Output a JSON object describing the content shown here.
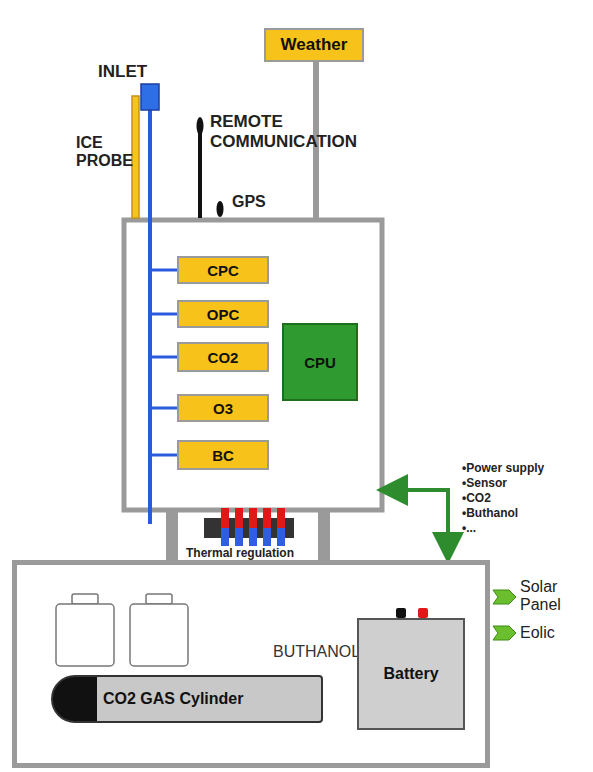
{
  "diagram": {
    "nodes": [
      {
        "text": [
          "Weather"
        ]
      },
      {
        "text": [
          "CPC"
        ]
      },
      {
        "text": [
          "OPC"
        ]
      },
      {
        "text": [
          "CO2"
        ]
      },
      {
        "text": [
          "O3"
        ]
      },
      {
        "text": [
          "BC"
        ]
      },
      {
        "text": [
          "CPU"
        ]
      },
      {
        "text": [
          "BUTHANOL"
        ]
      },
      {
        "text": [
          "CO2 GAS Cylinder"
        ],
        "in": 7
      },
      {
        "text": [
          "Battery"
        ],
        "in": 7
      }
    ],
    "labels": [
      "INLET",
      "ICE PROBE",
      "REMOTE COMMUNICATION",
      "GPS",
      "Thermal regulation",
      "•Power supply",
      "•Sensor",
      "•CO2",
      "•Buthanol",
      "•...",
      "Solar Panel",
      "Eolic"
    ]
  }
}
